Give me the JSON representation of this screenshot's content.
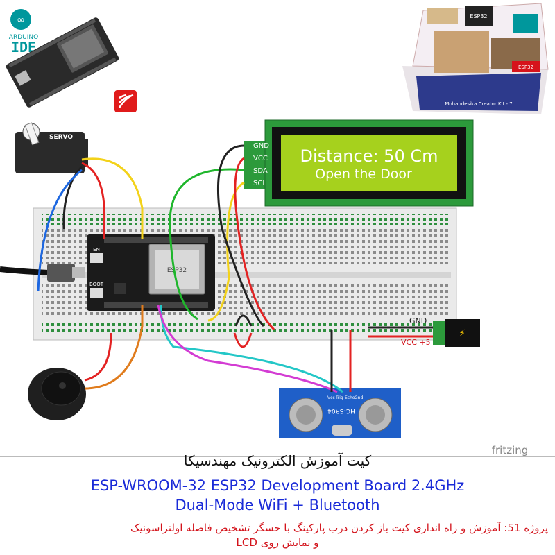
{
  "arduino": {
    "line1": "ARDUINO",
    "line2": "IDE"
  },
  "servo_label": "SERVO",
  "esp_board": {
    "en": "EN",
    "boot": "BOOT",
    "module": "ESP32"
  },
  "lcd": {
    "pins": [
      "GND",
      "VCC",
      "SDA",
      "SCL"
    ],
    "line1": "Distance:  50 Cm",
    "line2": "Open the Door",
    "backlight": "#a6d11d"
  },
  "power": {
    "gnd": "GND",
    "vcc": "VCC +5"
  },
  "sensor": {
    "model": "HC-SR04",
    "pins": [
      "Vcc",
      "Trig",
      "Echo",
      "Gnd"
    ]
  },
  "box": {
    "badge": "ESP32",
    "caption": "Mohandesika Creator Kit - 7"
  },
  "fritzing": "fritzing",
  "footer": {
    "persian_title": "کیت آموزش الکترونیک مهندسیکا",
    "title_line1": "ESP-WROOM-32 ESP32  Development Board 2.4GHz",
    "title_line2": "Dual-Mode WiFi + Bluetooth",
    "project_line1": "پروژه 51: آموزش و راه اندازی کیت باز کردن درب پارکینگ با حسگر تشخیص فاصله اولتراسونیک",
    "project_line2": "و نمایش روی LCD"
  },
  "colors": {
    "title_blue": "#1a2bd8",
    "project_red": "#d3141c"
  }
}
